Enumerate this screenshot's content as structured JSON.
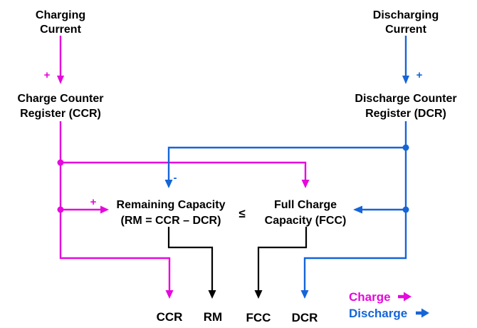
{
  "colors": {
    "charge": "#E608DC",
    "discharge": "#1565D8",
    "text": "#000000",
    "background": "#FFFFFF"
  },
  "nodes": {
    "charging_current": {
      "lines": [
        "Charging",
        "Current"
      ]
    },
    "charge_counter": {
      "lines": [
        "Charge Counter",
        "Register (CCR)"
      ]
    },
    "discharging_current": {
      "lines": [
        "Discharging",
        "Current"
      ]
    },
    "discharge_counter": {
      "lines": [
        "Discharge Counter",
        "Register (DCR)"
      ]
    },
    "remaining_capacity": {
      "lines": [
        "Remaining Capacity",
        "(RM = CCR – DCR)"
      ]
    },
    "full_charge": {
      "lines": [
        "Full Charge",
        "Capacity (FCC)"
      ]
    }
  },
  "operators": {
    "charging_plus": "+",
    "discharging_plus": "+",
    "rm_plus": "+",
    "rm_minus": "-",
    "less_or_equal": "≤"
  },
  "outputs": {
    "ccr": "CCR",
    "rm": "RM",
    "fcc": "FCC",
    "dcr": "DCR"
  },
  "legend": {
    "charge": "Charge",
    "discharge": "Discharge"
  }
}
